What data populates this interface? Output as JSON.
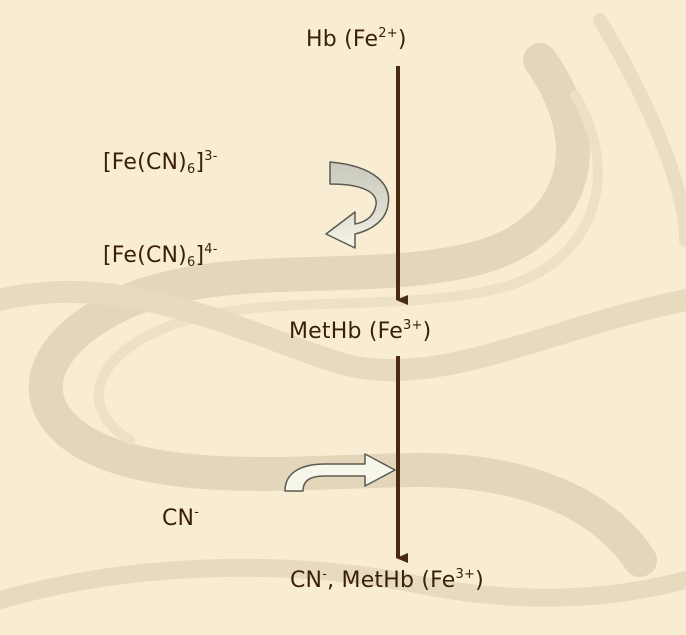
{
  "diagram": {
    "colors": {
      "background": "#f8ecd2",
      "swirl": "#e2d4b8",
      "arrow": "#4a2a10",
      "text": "#3a1f08",
      "curved_arrow_fill_top": "#c9c9bd",
      "curved_arrow_fill_bottom": "#f7f6ea",
      "curved_arrow_outline": "#5a5a50"
    },
    "nodes": {
      "hb": {
        "name": "Hb",
        "open": " (Fe",
        "charge": "2+",
        "close": ")"
      },
      "methb": {
        "name": "MetHb",
        "open": " (Fe",
        "charge": "3+",
        "close": ")"
      },
      "product": {
        "cn": "CN",
        "cn_charge": "-",
        "sep": ", MetHb (Fe",
        "charge": "3+",
        "close": ")"
      }
    },
    "reagents": {
      "ferricyanide": {
        "pre": "[Fe(CN)",
        "sub": "6",
        "mid": "]",
        "charge": "3-"
      },
      "ferrocyanide": {
        "pre": "[Fe(CN)",
        "sub": "6",
        "mid": "]",
        "charge": "4-"
      },
      "cyanide": {
        "text": "CN",
        "charge": "-"
      }
    },
    "arrows": [
      {
        "from": "Hb (Fe2+)",
        "to": "MetHb (Fe3+)"
      },
      {
        "from": "MetHb (Fe3+)",
        "to": "CN-, MetHb (Fe3+)"
      }
    ]
  }
}
